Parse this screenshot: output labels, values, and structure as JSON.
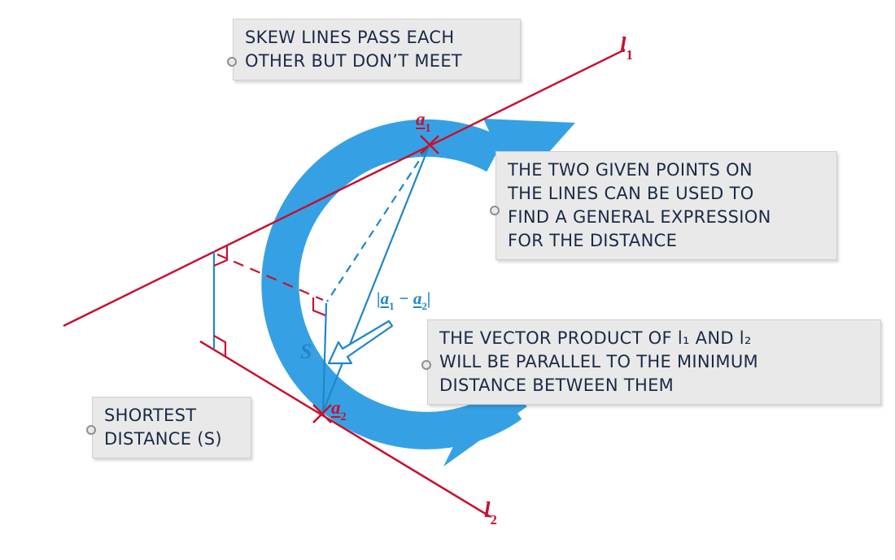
{
  "colors": {
    "red": "#c8102e",
    "blue": "#1f86c9",
    "arrow_blue": "#35a1e4",
    "text_navy": "#1b2a45",
    "callout_bg": "#e9e9e9"
  },
  "icons": {
    "rotation_arrow": "large-circular-arrow",
    "s_pointer_arrow": "arrow-pointing-to-shortest-distance",
    "right_angle_marker": "perpendicular-angle-mark",
    "point_marker": "x-cross"
  },
  "callouts": {
    "skew": {
      "text": "SKEW LINES PASS EACH\nOTHER BUT DON’T MEET"
    },
    "given_points": {
      "text": "THE TWO GIVEN POINTS ON\nTHE LINES CAN BE USED TO\nFIND A GENERAL EXPRESSION\nFOR THE DISTANCE"
    },
    "vector_product": {
      "text": "THE VECTOR PRODUCT OF l₁ AND l₂\nWILL BE PARALLEL TO THE MINIMUM\nDISTANCE BETWEEN THEM"
    },
    "shortest_distance": {
      "text": "SHORTEST\nDISTANCE (S)"
    }
  },
  "labels": {
    "line1": {
      "base": "l",
      "sub": "1"
    },
    "line2": {
      "base": "l",
      "sub": "2"
    },
    "point1": {
      "base": "a",
      "sub": "1"
    },
    "point2": {
      "base": "a",
      "sub": "2"
    },
    "s": "S",
    "vector_magnitude": {
      "open": "|",
      "a1": "a",
      "s1": "1",
      "minus": " − ",
      "a2": "a",
      "s2": "2",
      "close": "|"
    }
  }
}
